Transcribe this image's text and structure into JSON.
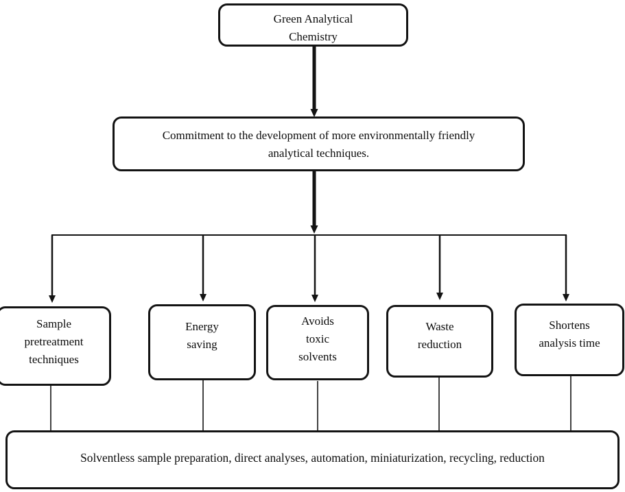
{
  "diagram": {
    "type": "flowchart",
    "title": "Green Analytical Chemistry flowchart",
    "colors": {
      "stroke": "#131313",
      "fill": "#ffffff",
      "text": "#0b0b0b"
    },
    "root": {
      "label": "Green Analytical\nChemistry"
    },
    "commitment": {
      "label": "Commitment to the development of more environmentally friendly\nanalytical techniques."
    },
    "branches": [
      {
        "label": "Sample\npretreatment\ntechniques"
      },
      {
        "label": "Energy\nsaving"
      },
      {
        "label": "Avoids\ntoxic\nsolvents"
      },
      {
        "label": "Waste\nreduction"
      },
      {
        "label": "Shortens\nanalysis time"
      }
    ],
    "summary": {
      "label": "Solventless sample preparation, direct analyses, automation, miniaturization, recycling, reduction"
    }
  }
}
